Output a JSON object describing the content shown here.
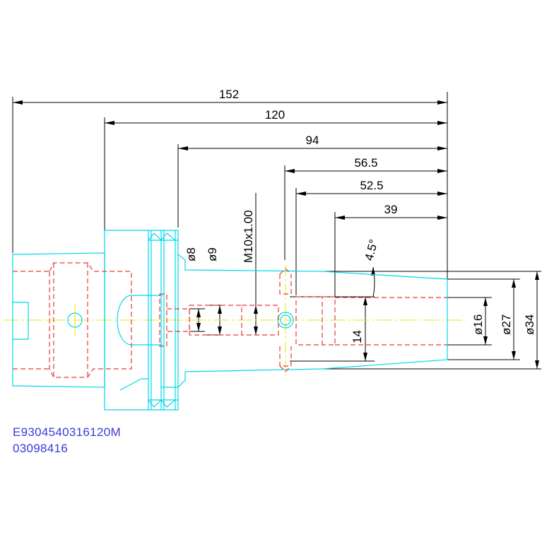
{
  "drawing": {
    "type": "tool holder technical drawing",
    "colors": {
      "outline": "#00d8e8",
      "hidden_lines": "#e53a3a",
      "centerline": "#e8e800",
      "dimensions": "#000000",
      "part_code": "#3a3ad8",
      "background": "#ffffff"
    },
    "length_dimensions": {
      "d152": "152",
      "d120": "120",
      "d94": "94",
      "d56_5": "56.5",
      "d52_5": "52.5",
      "d39": "39"
    },
    "diameter_dimensions": {
      "d8": "ø8",
      "d9": "ø9",
      "thread": "M10x1.00",
      "d16": "ø16",
      "d27": "ø27",
      "d34": "ø34"
    },
    "angle": "4.5°",
    "depth": "14",
    "part_number": "E9304540316120M",
    "article_number": "03098416"
  }
}
